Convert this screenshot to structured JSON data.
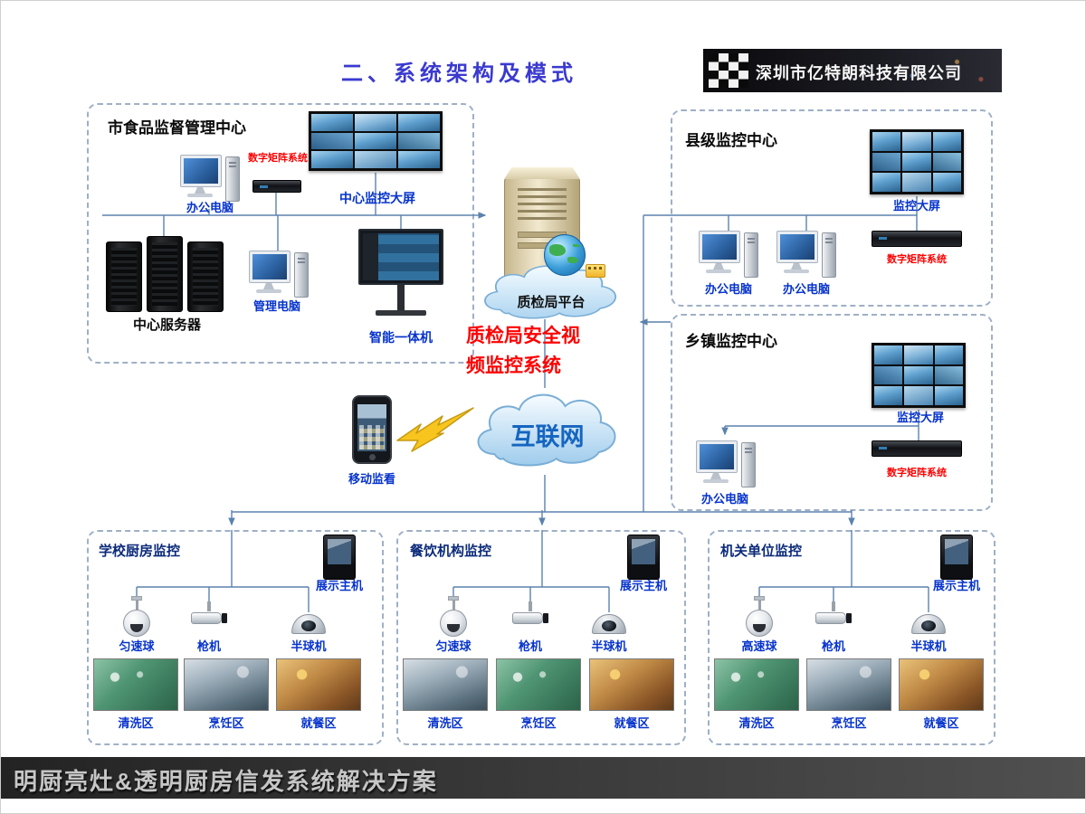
{
  "header": {
    "title": "二、系统架构及模式",
    "company": "深圳市亿特朗科技有限公司"
  },
  "city": {
    "title": "市食品监督管理中心",
    "office_pc": "办公电脑",
    "matrix": "数字矩阵系统",
    "big_screen": "中心监控大屏",
    "servers": "中心服务器",
    "mgmt_pc": "管理电脑",
    "smart_aio": "智能一体机"
  },
  "center": {
    "platform": "质检局平台",
    "system_line1": "质检局安全视",
    "system_line2": "频监控系统",
    "mobile": "移动监看",
    "internet": "互联网"
  },
  "county": {
    "title": "县级监控中心",
    "big_screen": "监控大屏",
    "office_pc1": "办公电脑",
    "office_pc2": "办公电脑",
    "matrix": "数字矩阵系统"
  },
  "township": {
    "title": "乡镇监控中心",
    "big_screen": "监控大屏",
    "office_pc": "办公电脑",
    "matrix": "数字矩阵系统"
  },
  "school": {
    "title": "学校厨房监控",
    "display_host": "展示主机",
    "cameras": [
      "匀速球",
      "枪机",
      "半球机"
    ],
    "areas": [
      "清洗区",
      "烹饪区",
      "就餐区"
    ]
  },
  "catering": {
    "title": "餐饮机构监控",
    "display_host": "展示主机",
    "cameras": [
      "匀速球",
      "枪机",
      "半球机"
    ],
    "areas": [
      "清洗区",
      "烹饪区",
      "就餐区"
    ]
  },
  "government": {
    "title": "机关单位监控",
    "display_host": "展示主机",
    "cameras": [
      "高速球",
      "枪机",
      "半球机"
    ],
    "areas": [
      "清洗区",
      "烹饪区",
      "就餐区"
    ]
  },
  "footer": {
    "title": "明厨亮灶&透明厨房信发系统解决方案"
  },
  "colors": {
    "device_label_blue": "#0633cc",
    "alert_red": "#fe0000",
    "heading_blue": "#3a3acf",
    "internet_blue": "#1565c0",
    "line_blue": "#5b82ad"
  }
}
